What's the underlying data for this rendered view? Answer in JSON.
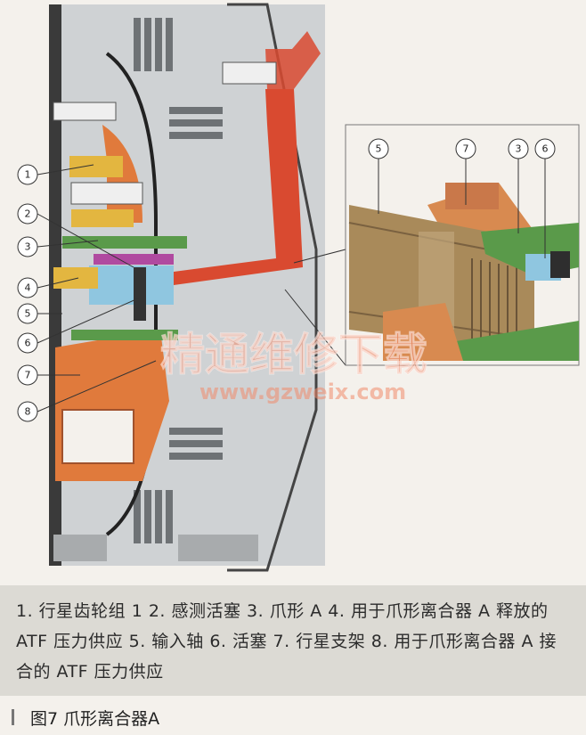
{
  "callouts": [
    "1",
    "2",
    "3",
    "4",
    "5",
    "6",
    "7",
    "8"
  ],
  "inset_callouts": [
    "5",
    "7",
    "3",
    "6"
  ],
  "caption": "1. 行星齿轮组 1 2. 感测活塞 3. 爪形 A 4. 用于爪形离合器 A 释放的 ATF 压力供应 5. 输入轴 6. 活塞 7. 行星支架 8. 用于爪形离合器 A 接合的 ATF 压力供应",
  "figure_label": "图7 爪形离合器A",
  "watermark": {
    "title": "精通维修下载",
    "url": "www.gzweix.com"
  },
  "colors": {
    "orange_part": "#e07a3c",
    "red_channel": "#d94a30",
    "yellow_part": "#e3b640",
    "blue_piston": "#8fc6e0",
    "green_claw": "#5a9a4a",
    "watermark": "#f08a6c"
  }
}
